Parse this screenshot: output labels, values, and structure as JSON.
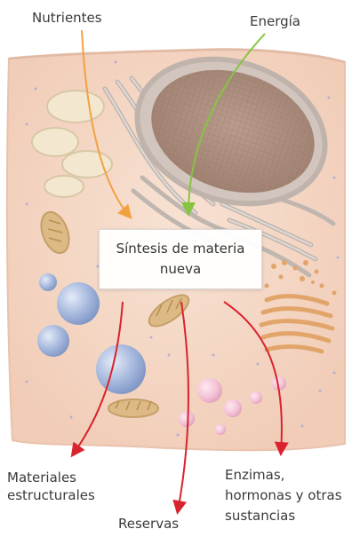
{
  "labels": {
    "nutrientes": "Nutrientes",
    "energia": "Energía",
    "sintesis": "Síntesis de materia nueva",
    "materiales": "Materiales estructurales",
    "reservas": "Reservas",
    "enzimas": "Enzimas, hormonas y otras sustancias"
  },
  "colors": {
    "nutrientes_arrow": "#f3a040",
    "energia_arrow": "#86c540",
    "output_arrows": "#d9232e",
    "cytoplasm": "#f5d8c6",
    "nucleus": "#b29383",
    "er": "#c6bdb7",
    "mitochondria": "#dcb985",
    "golgi": "#e1a56a",
    "vesicles_blue": "#9fb2d8",
    "vesicles_pink": "#f0bfd3"
  }
}
